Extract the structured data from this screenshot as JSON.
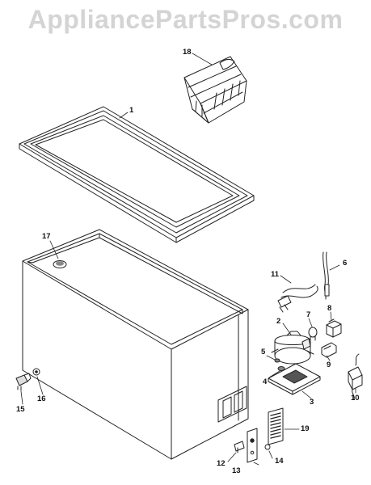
{
  "watermark": "AppliancePartsPros.com",
  "accent_color": "#222222",
  "parts": [
    {
      "label": "1"
    },
    {
      "label": "2"
    },
    {
      "label": "3"
    },
    {
      "label": "4"
    },
    {
      "label": "5"
    },
    {
      "label": "6"
    },
    {
      "label": "7"
    },
    {
      "label": "8"
    },
    {
      "label": "9"
    },
    {
      "label": "10"
    },
    {
      "label": "11"
    },
    {
      "label": "12"
    },
    {
      "label": "13"
    },
    {
      "label": "14"
    },
    {
      "label": "15"
    },
    {
      "label": "16"
    },
    {
      "label": "17"
    },
    {
      "label": "18"
    },
    {
      "label": "19"
    }
  ]
}
